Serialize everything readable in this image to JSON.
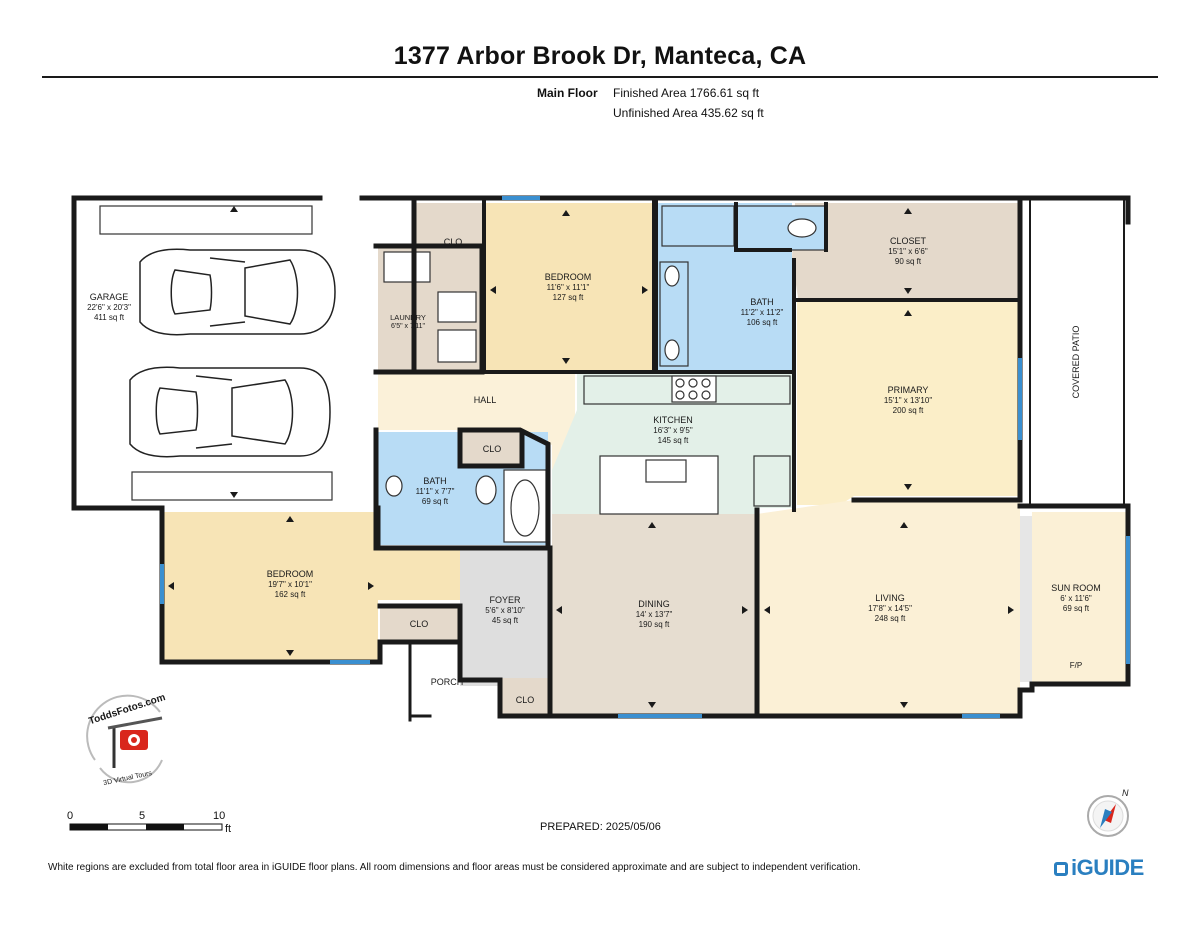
{
  "title": "1377 Arbor Brook Dr, Manteca, CA",
  "floor": {
    "label": "Main Floor",
    "finished": "Finished Area 1766.61 sq ft",
    "unfinished": "Unfinished Area 435.62 sq ft"
  },
  "rooms": {
    "garage": {
      "name": "GARAGE",
      "dims": "22'6\" x 20'3\"",
      "area": "411 sq ft"
    },
    "clo_top": {
      "name": "CLO"
    },
    "laundry": {
      "name": "LAUNDRY",
      "dims": "6'5\" x 7'11\""
    },
    "bedroom_top": {
      "name": "BEDROOM",
      "dims": "11'6\" x 11'1\"",
      "area": "127 sq ft"
    },
    "bath_primary": {
      "name": "BATH",
      "dims": "11'2\" x 11'2\"",
      "area": "106 sq ft"
    },
    "closet": {
      "name": "CLOSET",
      "dims": "15'1\" x 6'6\"",
      "area": "90 sq ft"
    },
    "hall": {
      "name": "HALL"
    },
    "kitchen": {
      "name": "KITCHEN",
      "dims": "16'3\" x 9'5\"",
      "area": "145 sq ft"
    },
    "primary": {
      "name": "PRIMARY",
      "dims": "15'1\" x 13'10\"",
      "area": "200 sq ft"
    },
    "covered_patio": {
      "name": "COVERED PATIO"
    },
    "bath_hall": {
      "name": "BATH",
      "dims": "11'1\" x 7'7\"",
      "area": "69 sq ft"
    },
    "clo_hall": {
      "name": "CLO"
    },
    "bedroom_bottom": {
      "name": "BEDROOM",
      "dims": "19'7\" x 10'1\"",
      "area": "162 sq ft"
    },
    "clo_bed": {
      "name": "CLO"
    },
    "foyer": {
      "name": "FOYER",
      "dims": "5'6\" x 8'10\"",
      "area": "45 sq ft"
    },
    "dining": {
      "name": "DINING",
      "dims": "14' x 13'7\"",
      "area": "190 sq ft"
    },
    "living": {
      "name": "LIVING",
      "dims": "17'8\" x 14'5\"",
      "area": "248 sq ft"
    },
    "sun_room": {
      "name": "SUN ROOM",
      "dims": "6' x 11'6\"",
      "area": "69 sq ft"
    },
    "fp": {
      "name": "F/P"
    },
    "porch": {
      "name": "PORCH"
    },
    "clo_foyer": {
      "name": "CLO"
    }
  },
  "logo": {
    "top": "ToddsFotos.com",
    "bottom": "3D Virtual Tours"
  },
  "scale": {
    "l0": "0",
    "l5": "5",
    "l10": "10",
    "unit": "ft"
  },
  "compass": {
    "north": "N"
  },
  "prepared": "PREPARED: 2025/05/06",
  "disclaimer": "White regions are excluded from total floor area in iGUIDE floor plans. All room dimensions and floor areas must be considered approximate and are subject to independent verification.",
  "brand": "iGUIDE",
  "colors": {
    "bedroom": "#f7e4b6",
    "bath": "#b8dcf5",
    "closet": "#e4d9cb",
    "kitchen": "#e3f0e8",
    "dining": "#e6ddd0",
    "living": "#fbf0d6",
    "foyer": "#dedede",
    "hall": "#fbf1d9",
    "window": "#3a8fd0",
    "wall": "#1a1a1a"
  }
}
